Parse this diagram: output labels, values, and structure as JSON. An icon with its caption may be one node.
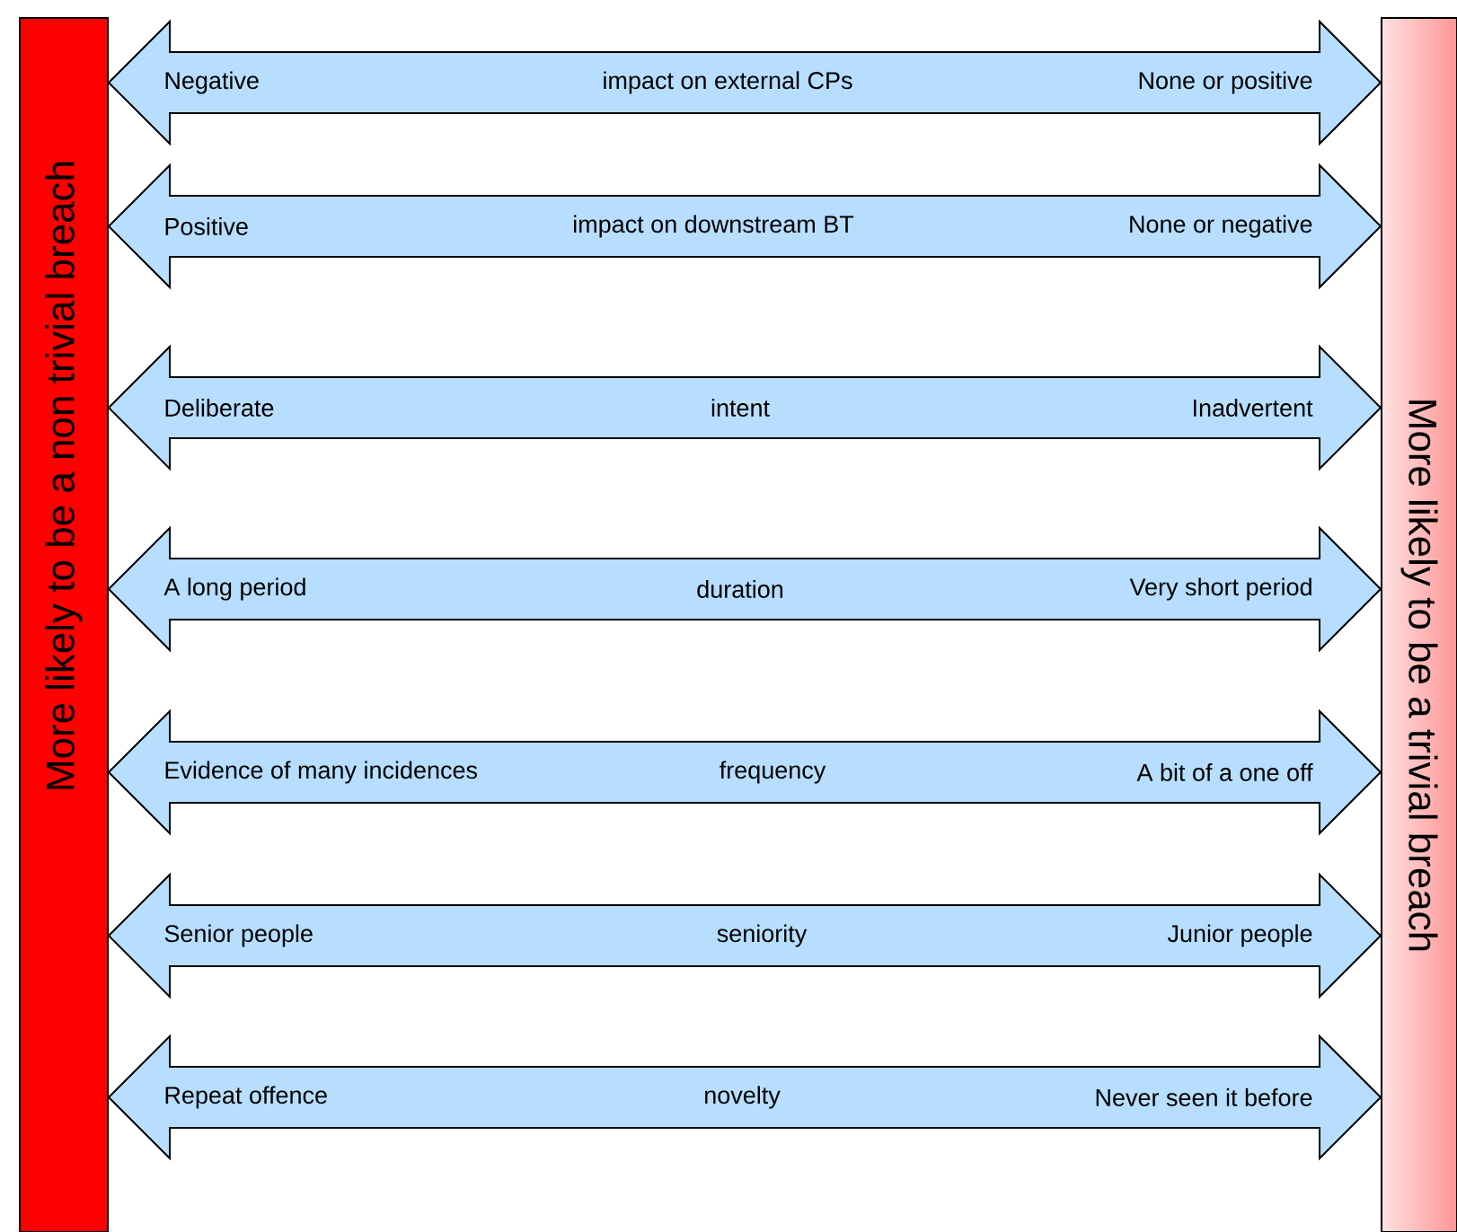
{
  "diagram": {
    "nodes": [
      {
        "text": [
          "More likely to be  a non trivial breach"
        ]
      },
      {
        "text": [
          "More likely to be a trivial breach"
        ]
      }
    ],
    "edges": [
      {
        "from": 1,
        "to": 0,
        "arrow": "both",
        "label": "impact on external CPs"
      },
      {
        "from": 1,
        "to": 0,
        "arrow": "both",
        "label": "impact on downstream  BT"
      },
      {
        "from": 1,
        "to": 0,
        "arrow": "both",
        "label": "intent"
      },
      {
        "from": 1,
        "to": 0,
        "arrow": "both",
        "label": "duration"
      },
      {
        "from": 1,
        "to": 0,
        "arrow": "both",
        "label": "frequency"
      },
      {
        "from": 1,
        "to": 0,
        "arrow": "both",
        "label": "seniority"
      },
      {
        "from": 1,
        "to": 0,
        "arrow": "both",
        "label": "novelty"
      }
    ],
    "labels": [
      "Negative",
      "None or positive",
      "Positive",
      "None or negative",
      "Deliberate",
      "Inadvertent",
      "A long period",
      "Very short  period",
      "Evidence of many incidences",
      "A bit of a one off",
      "Senior people",
      "Junior people",
      "Repeat offence",
      "Never seen it before"
    ]
  }
}
